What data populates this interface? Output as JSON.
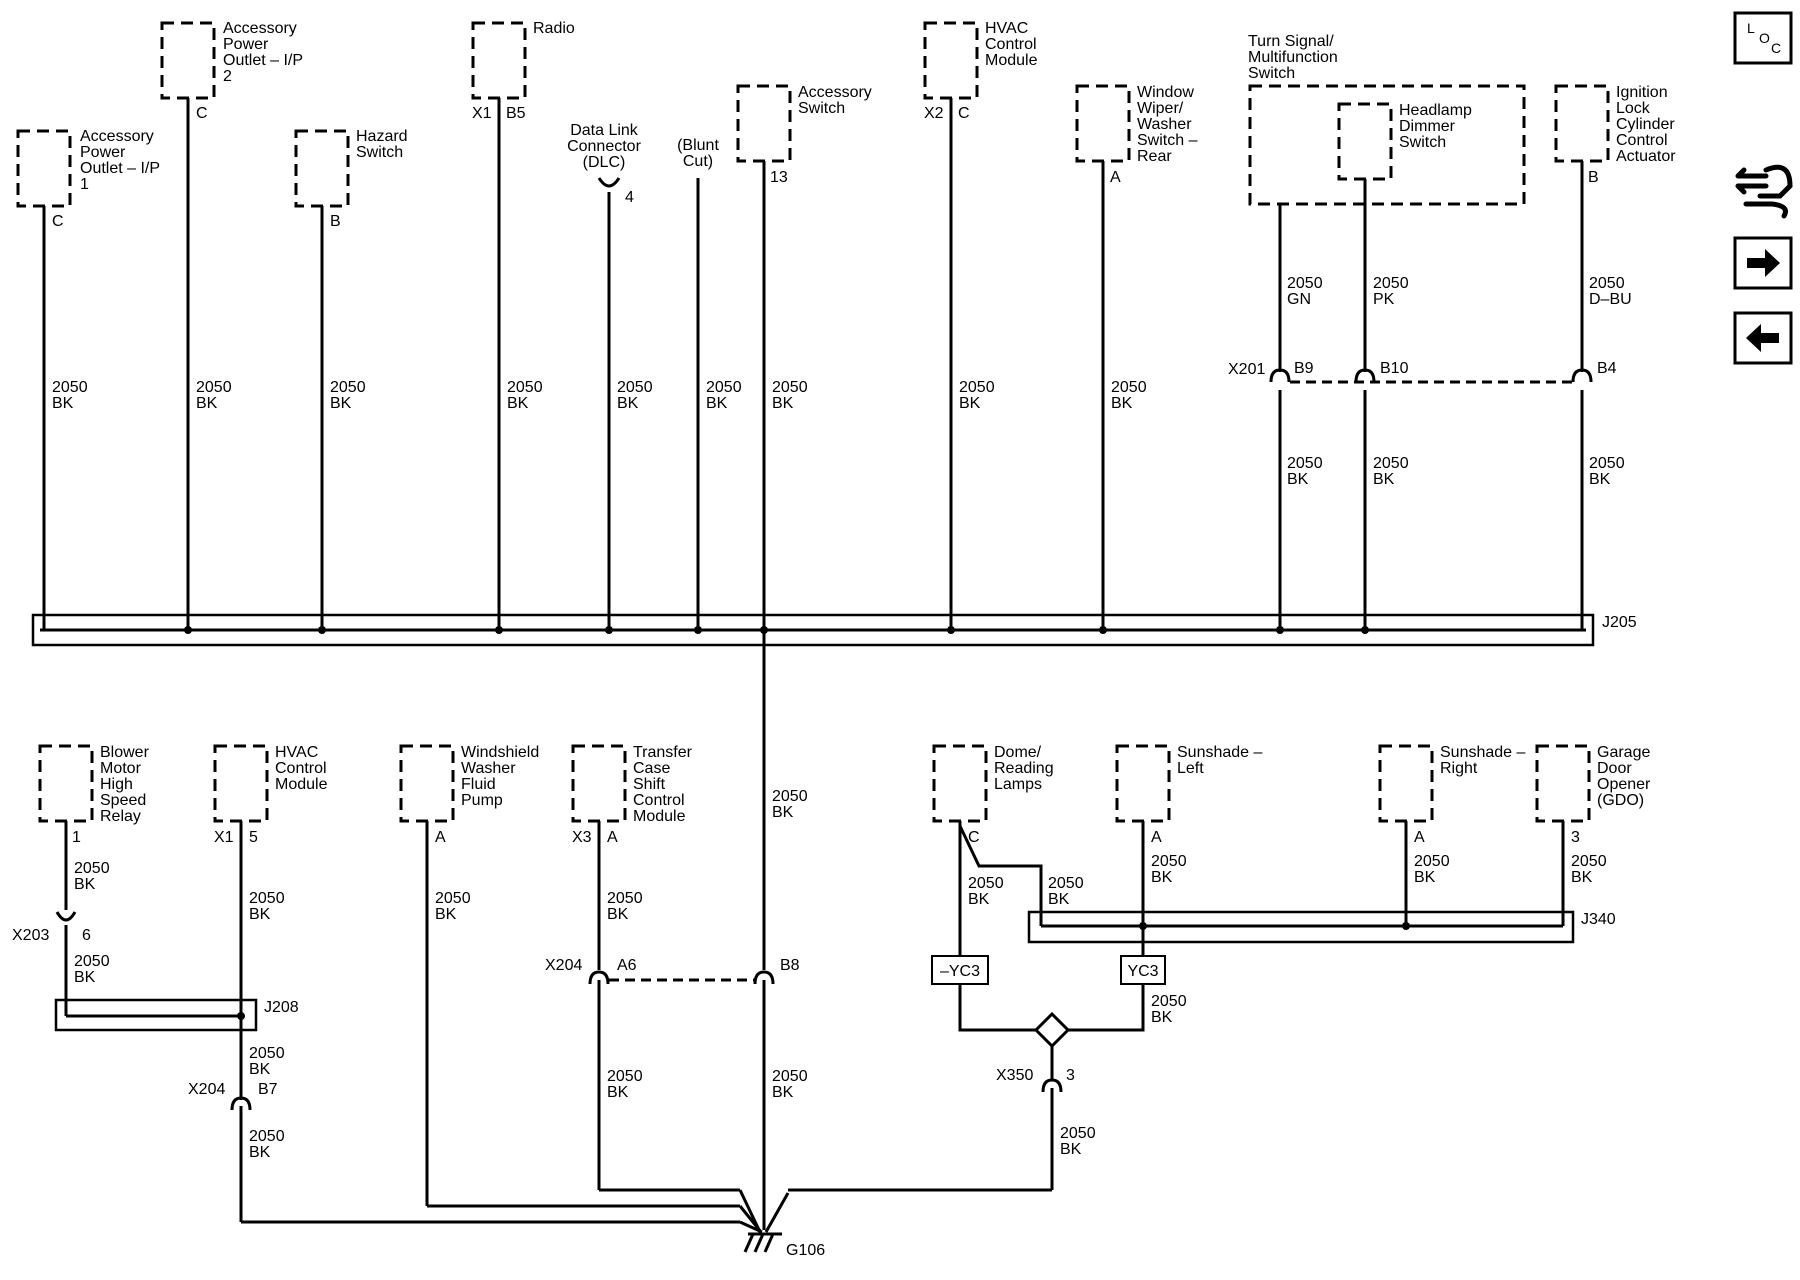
{
  "components": {
    "acc_outlet_1": [
      "Accessory",
      "Power",
      "Outlet – I/P",
      "1"
    ],
    "acc_outlet_2": [
      "Accessory",
      "Power",
      "Outlet – I/P",
      "2"
    ],
    "hazard_switch": [
      "Hazard",
      "Switch"
    ],
    "radio": [
      "Radio"
    ],
    "dlc": [
      "Data Link",
      "Connector",
      "(DLC)"
    ],
    "blunt_cut": [
      "(Blunt",
      "Cut)"
    ],
    "accessory_switch": [
      "Accessory",
      "Switch"
    ],
    "hvac_top": [
      "HVAC",
      "Control",
      "Module"
    ],
    "rear_wiper": [
      "Window",
      "Wiper/",
      "Washer",
      "Switch –",
      "Rear"
    ],
    "turn_signal": [
      "Turn Signal/",
      "Multifunction",
      "Switch"
    ],
    "headlamp_dimmer": [
      "Headlamp",
      "Dimmer",
      "Switch"
    ],
    "ignition_lock": [
      "Ignition",
      "Lock",
      "Cylinder",
      "Control",
      "Actuator"
    ],
    "blower_relay": [
      "Blower",
      "Motor",
      "High",
      "Speed",
      "Relay"
    ],
    "hvac_bottom": [
      "HVAC",
      "Control",
      "Module"
    ],
    "washer_pump": [
      "Windshield",
      "Washer",
      "Fluid",
      "Pump"
    ],
    "transfer_case": [
      "Transfer",
      "Case",
      "Shift",
      "Control",
      "Module"
    ],
    "dome_lamps": [
      "Dome/",
      "Reading",
      "Lamps"
    ],
    "sunshade_left": [
      "Sunshade –",
      "Left"
    ],
    "sunshade_right": [
      "Sunshade –",
      "Right"
    ],
    "gdo": [
      "Garage",
      "Door",
      "Opener",
      "(GDO)"
    ]
  },
  "pins": {
    "acc1": "C",
    "acc2": "C",
    "hazard": "B",
    "radio_conn": "X1",
    "radio_pin": "B5",
    "dlc": "4",
    "accsw": "13",
    "hvac_top_conn": "X2",
    "hvac_top_pin": "C",
    "wiper": "A",
    "ignition": "B",
    "blower": "1",
    "hvac_bot_conn": "X1",
    "hvac_bot_pin": "5",
    "pump": "A",
    "tc_conn": "X3",
    "tc_pin": "A",
    "dome": "C",
    "ss_left": "A",
    "ss_right": "A",
    "gdo": "3"
  },
  "wire": {
    "circuit": "2050",
    "bk": "BK",
    "gn": "GN",
    "pk": "PK",
    "dbu": "D–BU"
  },
  "connectors": {
    "x201": "X201",
    "b9": "B9",
    "b10": "B10",
    "b4": "B4",
    "x203": "X203",
    "x203_pin": "6",
    "x204_left": "X204",
    "b7": "B7",
    "x204_mid": "X204",
    "a6": "A6",
    "b8": "B8",
    "x350": "X350",
    "x350_pin": "3"
  },
  "splices": {
    "j205": "J205",
    "j208": "J208",
    "j340": "J340"
  },
  "options": {
    "no_yc3": "–YC3",
    "yc3": "YC3"
  },
  "ground": "G106",
  "loc_icon": [
    "L",
    "O",
    "C"
  ]
}
